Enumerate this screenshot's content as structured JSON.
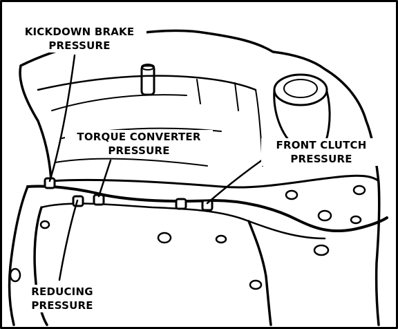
{
  "labels": {
    "kickdown": {
      "line1": "KICKDOWN BRAKE",
      "line2": "PRESSURE"
    },
    "torque": {
      "line1": "TORQUE CONVERTER",
      "line2": "PRESSURE"
    },
    "front_clutch": {
      "line1": "FRONT CLUTCH",
      "line2": "PRESSURE"
    },
    "reducing": {
      "line1": "REDUCING",
      "line2": "PRESSURE"
    }
  },
  "colors": {
    "ink": "#000000",
    "paper": "#ffffff"
  }
}
